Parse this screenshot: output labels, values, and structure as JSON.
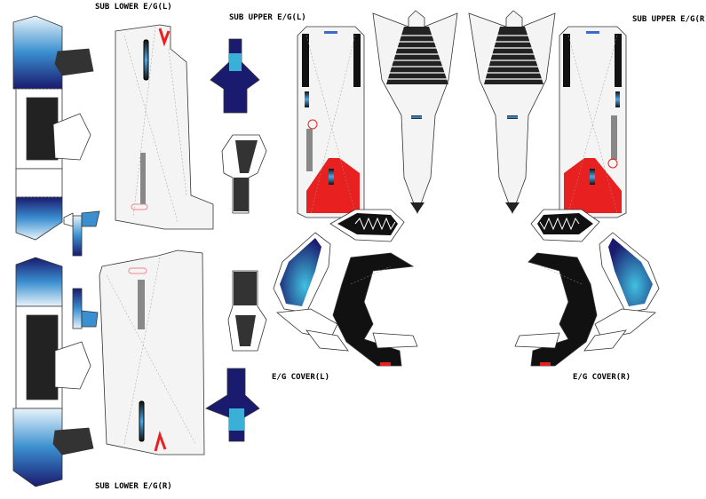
{
  "labels": {
    "sub_lower_l": "SUB LOWER E/G(L)",
    "sub_upper_l": "SUB UPPER E/G(L)",
    "sub_upper_r": "SUB UPPER E/G(R)",
    "eg_cover_l": "E/G COVER(L)",
    "eg_cover_r": "E/G COVER(R)",
    "sub_lower_r": "SUB LOWER E/G(R)"
  },
  "colors": {
    "blue_dark": "#1a1a6e",
    "blue_light": "#3ab0d8",
    "red": "#e82020",
    "black": "#111111",
    "grey": "#888888"
  }
}
